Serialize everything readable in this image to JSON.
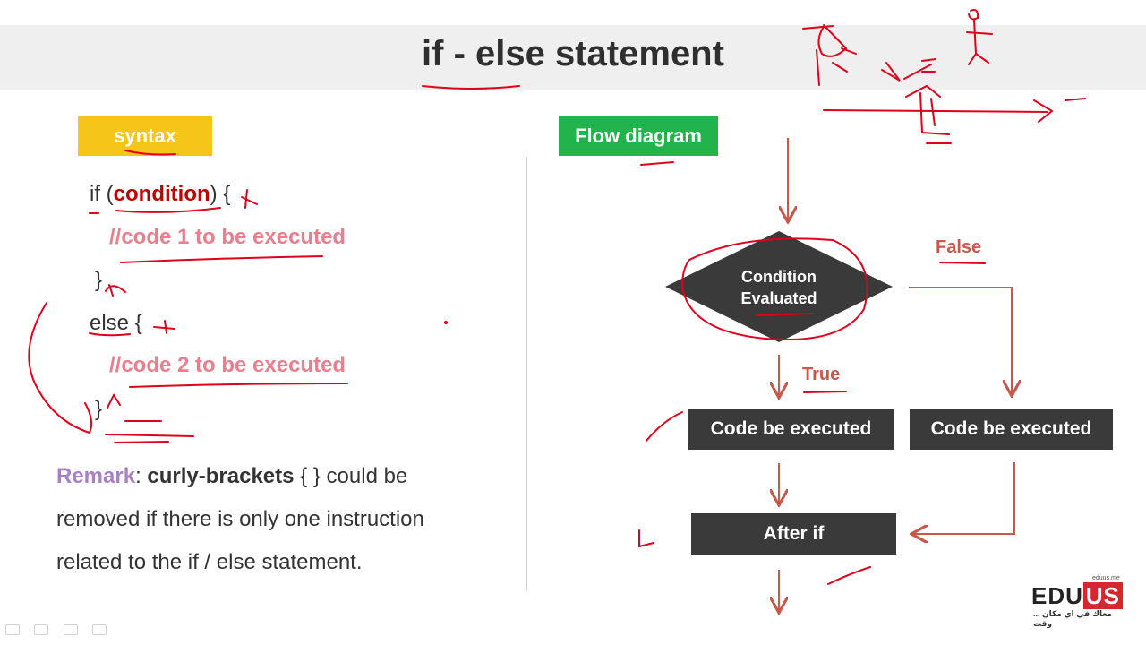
{
  "title": "if - else statement",
  "syntax_label": "syntax",
  "flow_label": "Flow diagram",
  "code": {
    "if_kw": "if",
    "open_paren": "(",
    "condition": "condition",
    "close_paren": ")",
    "open_brace1": "{",
    "comment1": "//code 1 to be executed",
    "close_brace1": "}",
    "else_kw": "else",
    "open_brace2": "{",
    "comment2": "//code 2 to be executed",
    "close_brace2": "}"
  },
  "remark": {
    "label": "Remark",
    "colon": ":",
    "term": "curly-brackets",
    "rest_line1": " { } could be",
    "line2": "removed if there is only one instruction",
    "line3": "related to the if / else statement."
  },
  "flow": {
    "condition_line1": "Condition",
    "condition_line2": "Evaluated",
    "false_label": "False",
    "true_label": "True",
    "box_true": "Code be executed",
    "box_false": "Code be executed",
    "after": "After if"
  },
  "logo": {
    "edu": "EDU",
    "us": "US",
    "small": "eduus.me",
    "tagline": "معاك في اي مكان ... وقت"
  },
  "colors": {
    "syntax_pill": "#f5c518",
    "flow_pill": "#22b34c",
    "condition_red": "#c00000",
    "comment_pink": "#e97f8e",
    "remark_purple": "#a781c6",
    "flow_arrow": "#c8594a",
    "box_dark": "#3a3a3a",
    "ink_red": "#e0001b"
  }
}
